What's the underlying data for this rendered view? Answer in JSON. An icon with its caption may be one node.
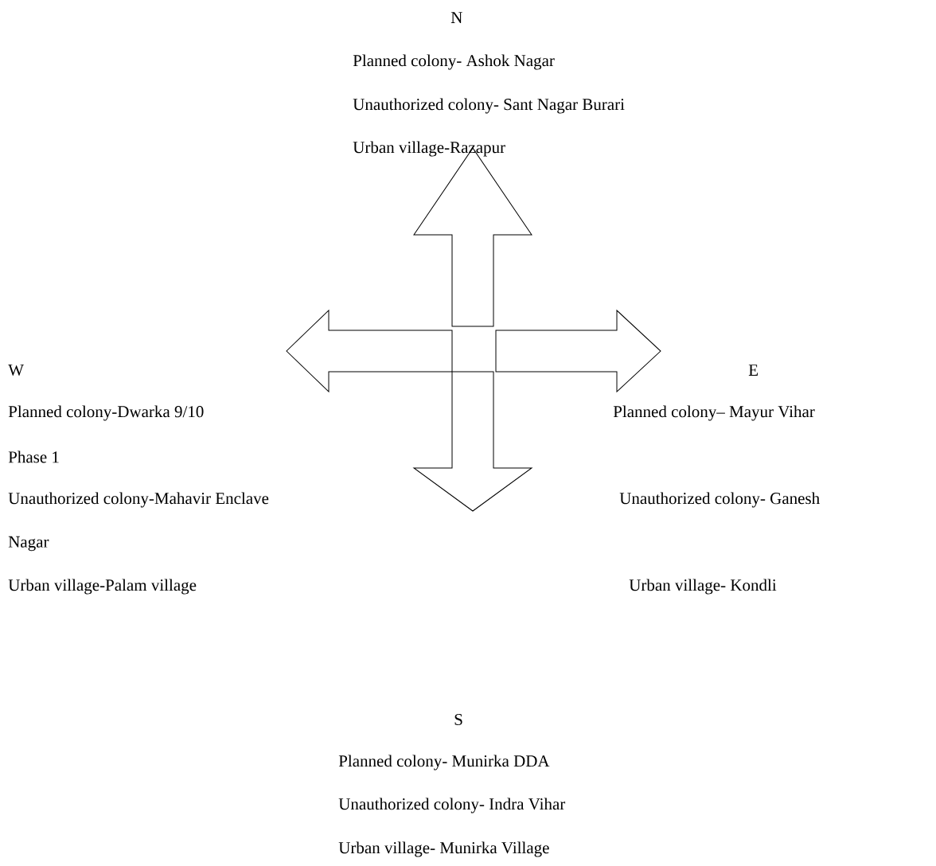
{
  "diagram": {
    "labels": [
      "N",
      "Planned colony- Ashok Nagar",
      "Unauthorized colony- Sant Nagar Burari",
      "Urban village-Razapur",
      "W",
      "E",
      "Planned colony-Dwarka 9/10",
      "Planned colony– Mayur Vihar",
      "Phase 1",
      "Unauthorized colony-Mahavir Enclave",
      "Unauthorized colony- Ganesh",
      "Nagar",
      "Urban village-Palam village",
      "Urban village- Kondli",
      "S",
      "Planned colony- Munirka DDA",
      "Unauthorized colony- Indra Vihar",
      "Urban village- Munirka Village"
    ]
  }
}
